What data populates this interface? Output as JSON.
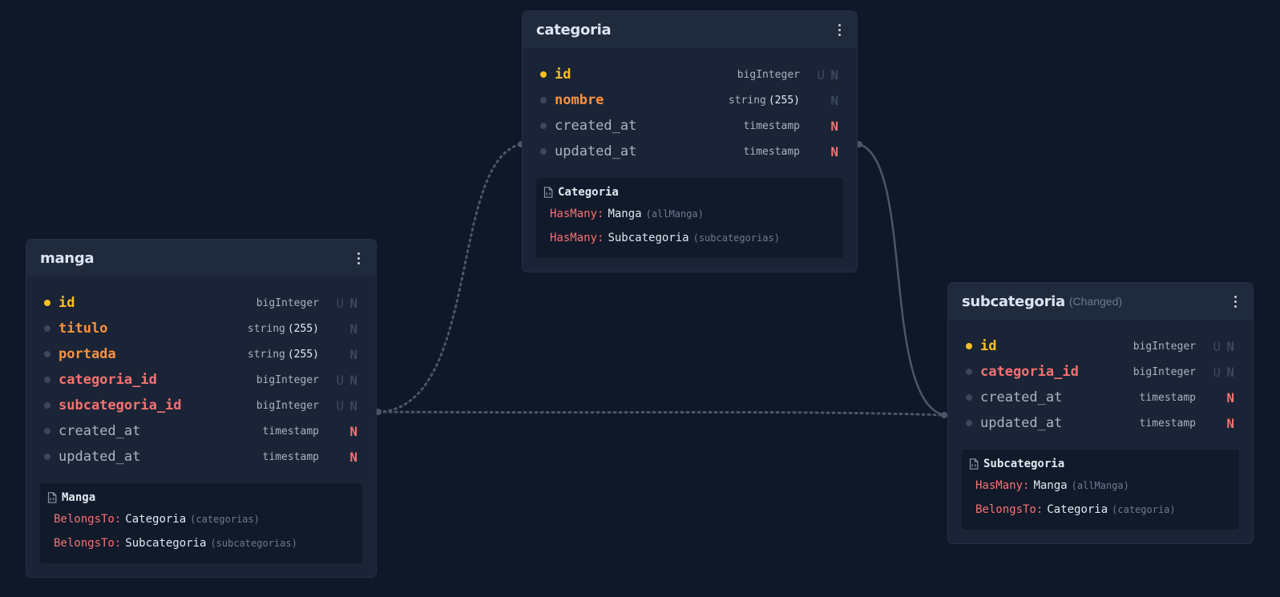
{
  "tables": {
    "manga": {
      "name": "manga",
      "columns": [
        {
          "name": "id",
          "kind": "pk",
          "type": "bigInteger",
          "length": "",
          "unsigned": true,
          "nullable": false
        },
        {
          "name": "titulo",
          "kind": "req",
          "type": "string",
          "length": "(255)",
          "unsigned": false,
          "nullable": false
        },
        {
          "name": "portada",
          "kind": "req",
          "type": "string",
          "length": "(255)",
          "unsigned": false,
          "nullable": false
        },
        {
          "name": "categoria_id",
          "kind": "fk",
          "type": "bigInteger",
          "length": "",
          "unsigned": true,
          "nullable": false
        },
        {
          "name": "subcategoria_id",
          "kind": "fk",
          "type": "bigInteger",
          "length": "",
          "unsigned": true,
          "nullable": false
        },
        {
          "name": "created_at",
          "kind": "plain",
          "type": "timestamp",
          "length": "",
          "unsigned": false,
          "nullable": true
        },
        {
          "name": "updated_at",
          "kind": "plain",
          "type": "timestamp",
          "length": "",
          "unsigned": false,
          "nullable": true
        }
      ],
      "model": {
        "name": "Manga",
        "relations": [
          {
            "type": "BelongsTo",
            "model": "Categoria",
            "method": "(categorias)"
          },
          {
            "type": "BelongsTo",
            "model": "Subcategoria",
            "method": "(subcategorias)"
          }
        ]
      }
    },
    "categoria": {
      "name": "categoria",
      "columns": [
        {
          "name": "id",
          "kind": "pk",
          "type": "bigInteger",
          "length": "",
          "unsigned": true,
          "nullable": false
        },
        {
          "name": "nombre",
          "kind": "req",
          "type": "string",
          "length": "(255)",
          "unsigned": false,
          "nullable": false
        },
        {
          "name": "created_at",
          "kind": "plain",
          "type": "timestamp",
          "length": "",
          "unsigned": false,
          "nullable": true
        },
        {
          "name": "updated_at",
          "kind": "plain",
          "type": "timestamp",
          "length": "",
          "unsigned": false,
          "nullable": true
        }
      ],
      "model": {
        "name": "Categoria",
        "relations": [
          {
            "type": "HasMany",
            "model": "Manga",
            "method": "(allManga)"
          },
          {
            "type": "HasMany",
            "model": "Subcategoria",
            "method": "(subcategorias)"
          }
        ]
      }
    },
    "subcategoria": {
      "name": "subcategoria",
      "changed": "(Changed)",
      "columns": [
        {
          "name": "id",
          "kind": "pk",
          "type": "bigInteger",
          "length": "",
          "unsigned": true,
          "nullable": false
        },
        {
          "name": "categoria_id",
          "kind": "fk",
          "type": "bigInteger",
          "length": "",
          "unsigned": true,
          "nullable": false
        },
        {
          "name": "created_at",
          "kind": "plain",
          "type": "timestamp",
          "length": "",
          "unsigned": false,
          "nullable": true
        },
        {
          "name": "updated_at",
          "kind": "plain",
          "type": "timestamp",
          "length": "",
          "unsigned": false,
          "nullable": true
        }
      ],
      "model": {
        "name": "Subcategoria",
        "relations": [
          {
            "type": "HasMany",
            "model": "Manga",
            "method": "(allManga)"
          },
          {
            "type": "BelongsTo",
            "model": "Categoria",
            "method": "(categoria)"
          }
        ]
      }
    }
  },
  "flags": {
    "unsigned": "U",
    "nullable": "N"
  },
  "colors": {
    "background": "#0f1729",
    "primary_key": "#fbbf24",
    "required": "#fb923c",
    "foreign_key": "#f87171",
    "link": "#4b5668"
  }
}
